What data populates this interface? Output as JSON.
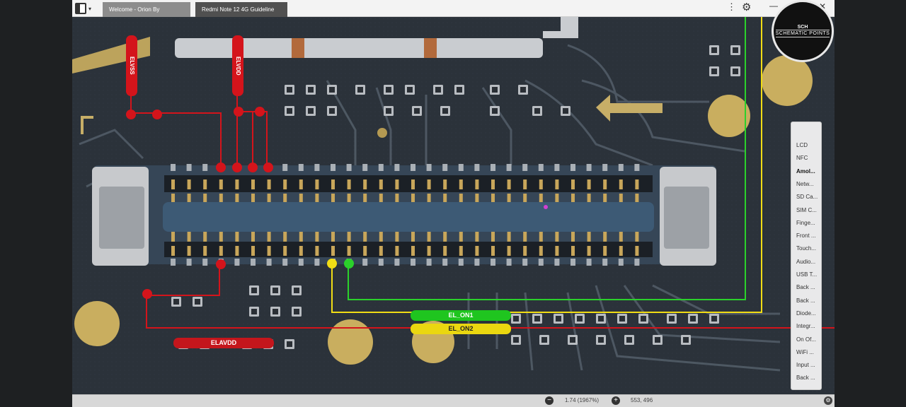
{
  "titlebar": {
    "tabs": [
      {
        "label": "Welcome - Orion By ESTECH"
      },
      {
        "label": "Redmi Note 12 4G Guideline"
      }
    ],
    "more_icon": "vertical-dots-icon",
    "settings_icon": "gear-icon",
    "minimize_glyph": "—",
    "close_glyph": "✕"
  },
  "logo": {
    "text": "SCHEMATIC POINTS",
    "mark": "SCH"
  },
  "board": {
    "labels": {
      "elvss": "ELVSS",
      "elvdd": "ELVDD",
      "el_on1": "EL_ON1",
      "el_on2": "EL_ON2",
      "elavdd": "ELAVDD"
    },
    "colors": {
      "red": "#d4141b",
      "green": "#1fc51f",
      "yellow": "#ead710"
    }
  },
  "panel": {
    "items": [
      "LCD",
      "NFC",
      "Amol...",
      "Netw...",
      "SD Ca...",
      "SIM C...",
      "Finge...",
      "Front ...",
      "Touch...",
      "Audio...",
      "USB T...",
      "Back ...",
      "Back ...",
      "Diode...",
      "Integr...",
      "On Of...",
      "WiFi ...",
      "Input ...",
      "Back ..."
    ],
    "active_index": 2
  },
  "statusbar": {
    "zoom_out": "−",
    "zoom": "1.74 (1967%)",
    "zoom_in": "+",
    "coords": "553, 496",
    "corner_icon": "⚙"
  }
}
